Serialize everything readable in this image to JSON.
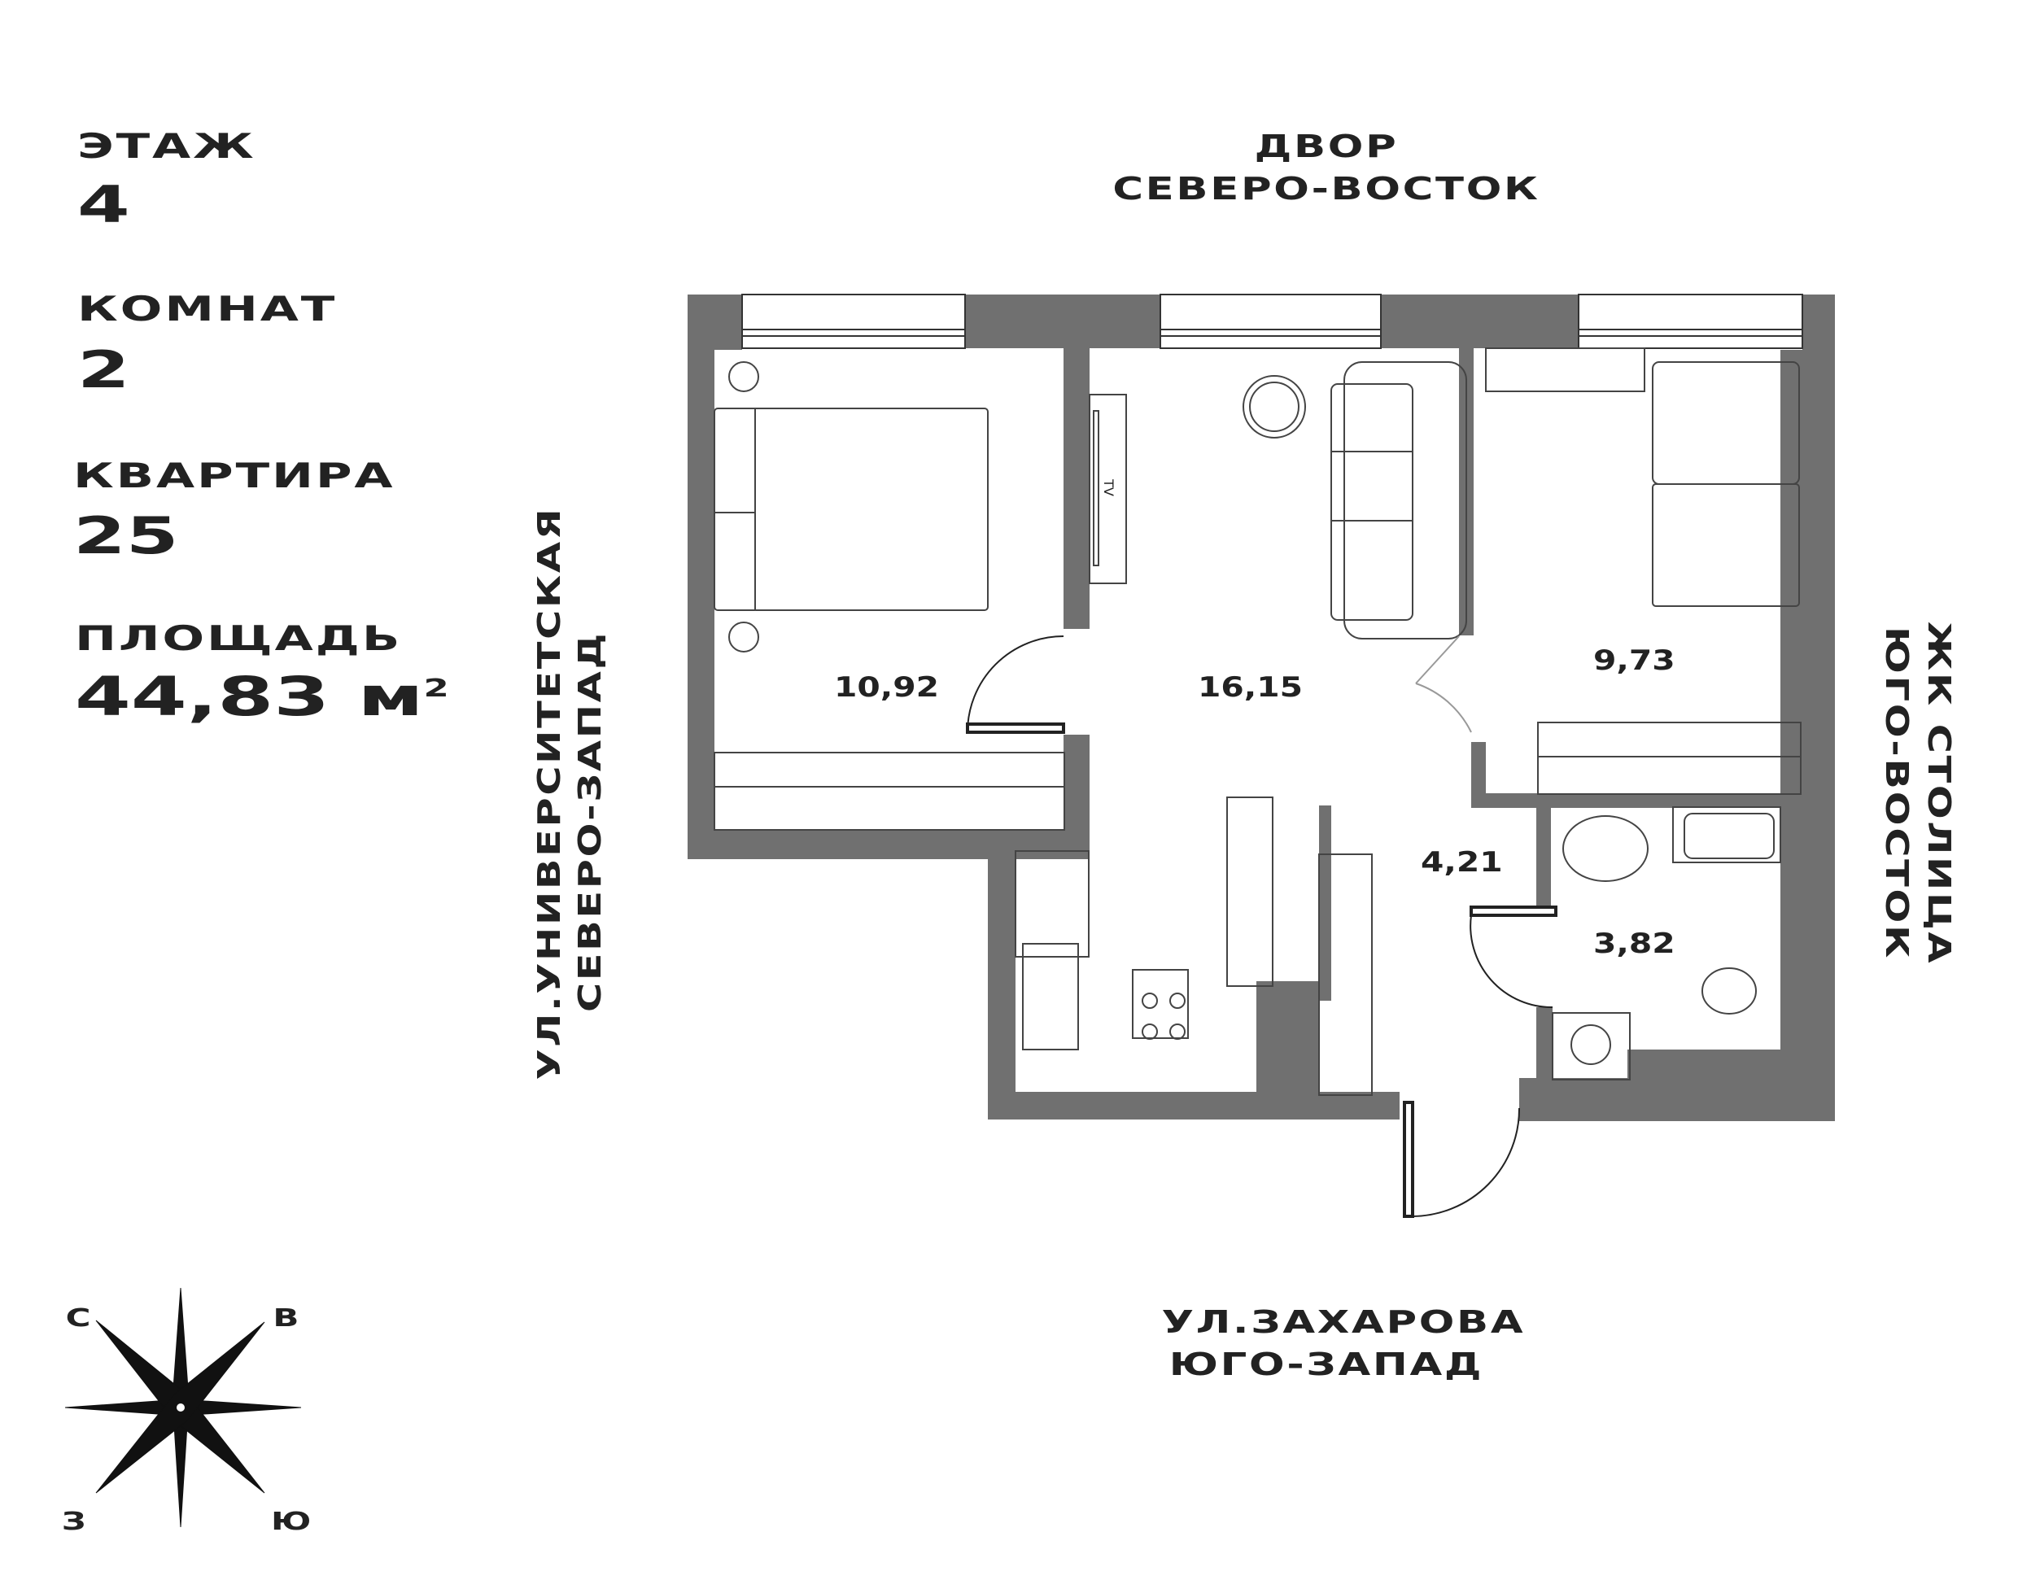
{
  "info": {
    "floor_label": "ЭТАЖ",
    "floor_value": "4",
    "rooms_label": "КОМНАТ",
    "rooms_value": "2",
    "apartment_label": "КВАРТИРА",
    "apartment_value": "25",
    "area_label": "ПЛОЩАДЬ",
    "area_value": "44,83 м",
    "area_unit_sup": "2"
  },
  "directions": {
    "top_line1": "ДВОР",
    "top_line2": "СЕВЕРО-ВОСТОК",
    "bottom_line1": "УЛ.ЗАХАРОВА",
    "bottom_line2": "ЮГО-ЗАПАД",
    "left_line1": "УЛ.УНИВЕРСИТЕТСКАЯ",
    "left_line2": "СЕВЕРО-ЗАПАД",
    "right_line1": "ЖК СТОЛИЦА",
    "right_line2": "ЮГО-ВОСТОК"
  },
  "rooms": [
    {
      "name": "bedroom",
      "area": "10,92"
    },
    {
      "name": "living-room",
      "area": "16,15"
    },
    {
      "name": "second-bedroom",
      "area": "9,73"
    },
    {
      "name": "hallway",
      "area": "4,21"
    },
    {
      "name": "bathroom",
      "area": "3,82"
    }
  ],
  "furniture": {
    "tv_label": "TV"
  },
  "compass": {
    "north": "С",
    "east": "В",
    "west": "З",
    "south": "Ю"
  },
  "colors": {
    "wall": "#707070",
    "text": "#222222",
    "line": "#333333"
  }
}
